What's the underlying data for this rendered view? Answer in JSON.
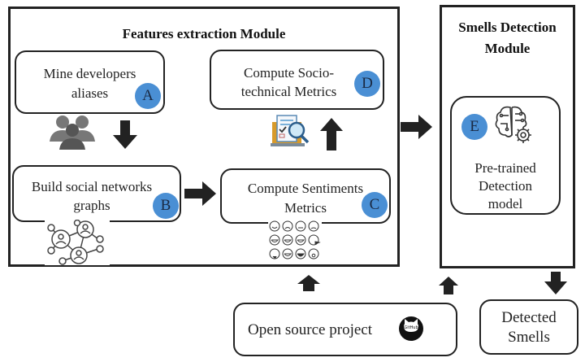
{
  "features_module": {
    "title": "Features extraction Module",
    "steps": [
      {
        "id": "A",
        "label_line1": "Mine developers",
        "label_line2": "aliases",
        "icon": "people-group-icon"
      },
      {
        "id": "B",
        "label_line1": "Build social networks",
        "label_line2": "graphs",
        "icon": "social-network-icon"
      },
      {
        "id": "C",
        "label_line1": "Compute Sentiments",
        "label_line2": "Metrics",
        "icon": "emoji-grid-icon"
      },
      {
        "id": "D",
        "label_line1": "Compute Socio-",
        "label_line2": "technical Metrics",
        "icon": "report-magnifier-icon"
      }
    ]
  },
  "detection_module": {
    "title_line1": "Smells Detection",
    "title_line2": "Module",
    "step": {
      "id": "E",
      "label_line1": "Pre-trained",
      "label_line2": "Detection",
      "label_line3": "model",
      "icon": "brain-gear-icon"
    }
  },
  "input": {
    "label": "Open source project",
    "icon": "github-icon"
  },
  "output": {
    "label_line1": "Detected",
    "label_line2": "Smells"
  },
  "colors": {
    "badge": "#4a8fd4",
    "border": "#222222",
    "arrow": "#222222"
  }
}
